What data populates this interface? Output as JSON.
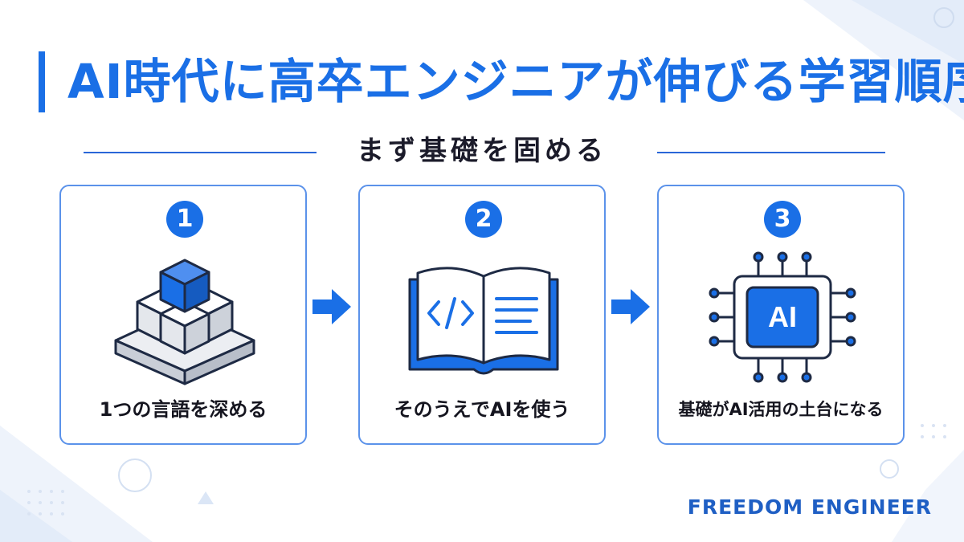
{
  "title": "AI時代に高卒エンジニアが伸びる学習順序",
  "subtitle": "まず基礎を固める",
  "steps": [
    {
      "number": "1",
      "label": "1つの言語を深める",
      "icon": "stacked-cubes-icon"
    },
    {
      "number": "2",
      "label": "そのうえでAIを使う",
      "icon": "code-book-icon"
    },
    {
      "number": "3",
      "label": "基礎がAI活用の土台になる",
      "icon": "ai-chip-icon",
      "chip_text": "AI"
    }
  ],
  "brand": "FREEDOM ENGINEER",
  "colors": {
    "accent": "#1a6fe6",
    "card_border": "#5b92ea",
    "text": "#15151f",
    "decor": "#e8f0fb"
  }
}
